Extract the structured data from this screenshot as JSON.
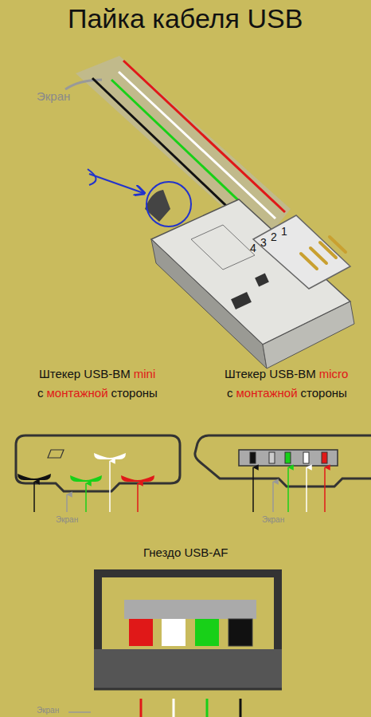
{
  "diagram": {
    "title": "Пайка кабеля USB",
    "labels": [
      "Экран",
      "4",
      "3",
      "2",
      "1",
      "Штекер USB-BM",
      "mini",
      "с",
      "монтажной",
      "стороны",
      "Штекер USB-BM",
      "micro",
      "с",
      "монтажной",
      "стороны",
      "Экран",
      "Экран",
      "Гнездо USB-AF",
      "Экран"
    ]
  }
}
